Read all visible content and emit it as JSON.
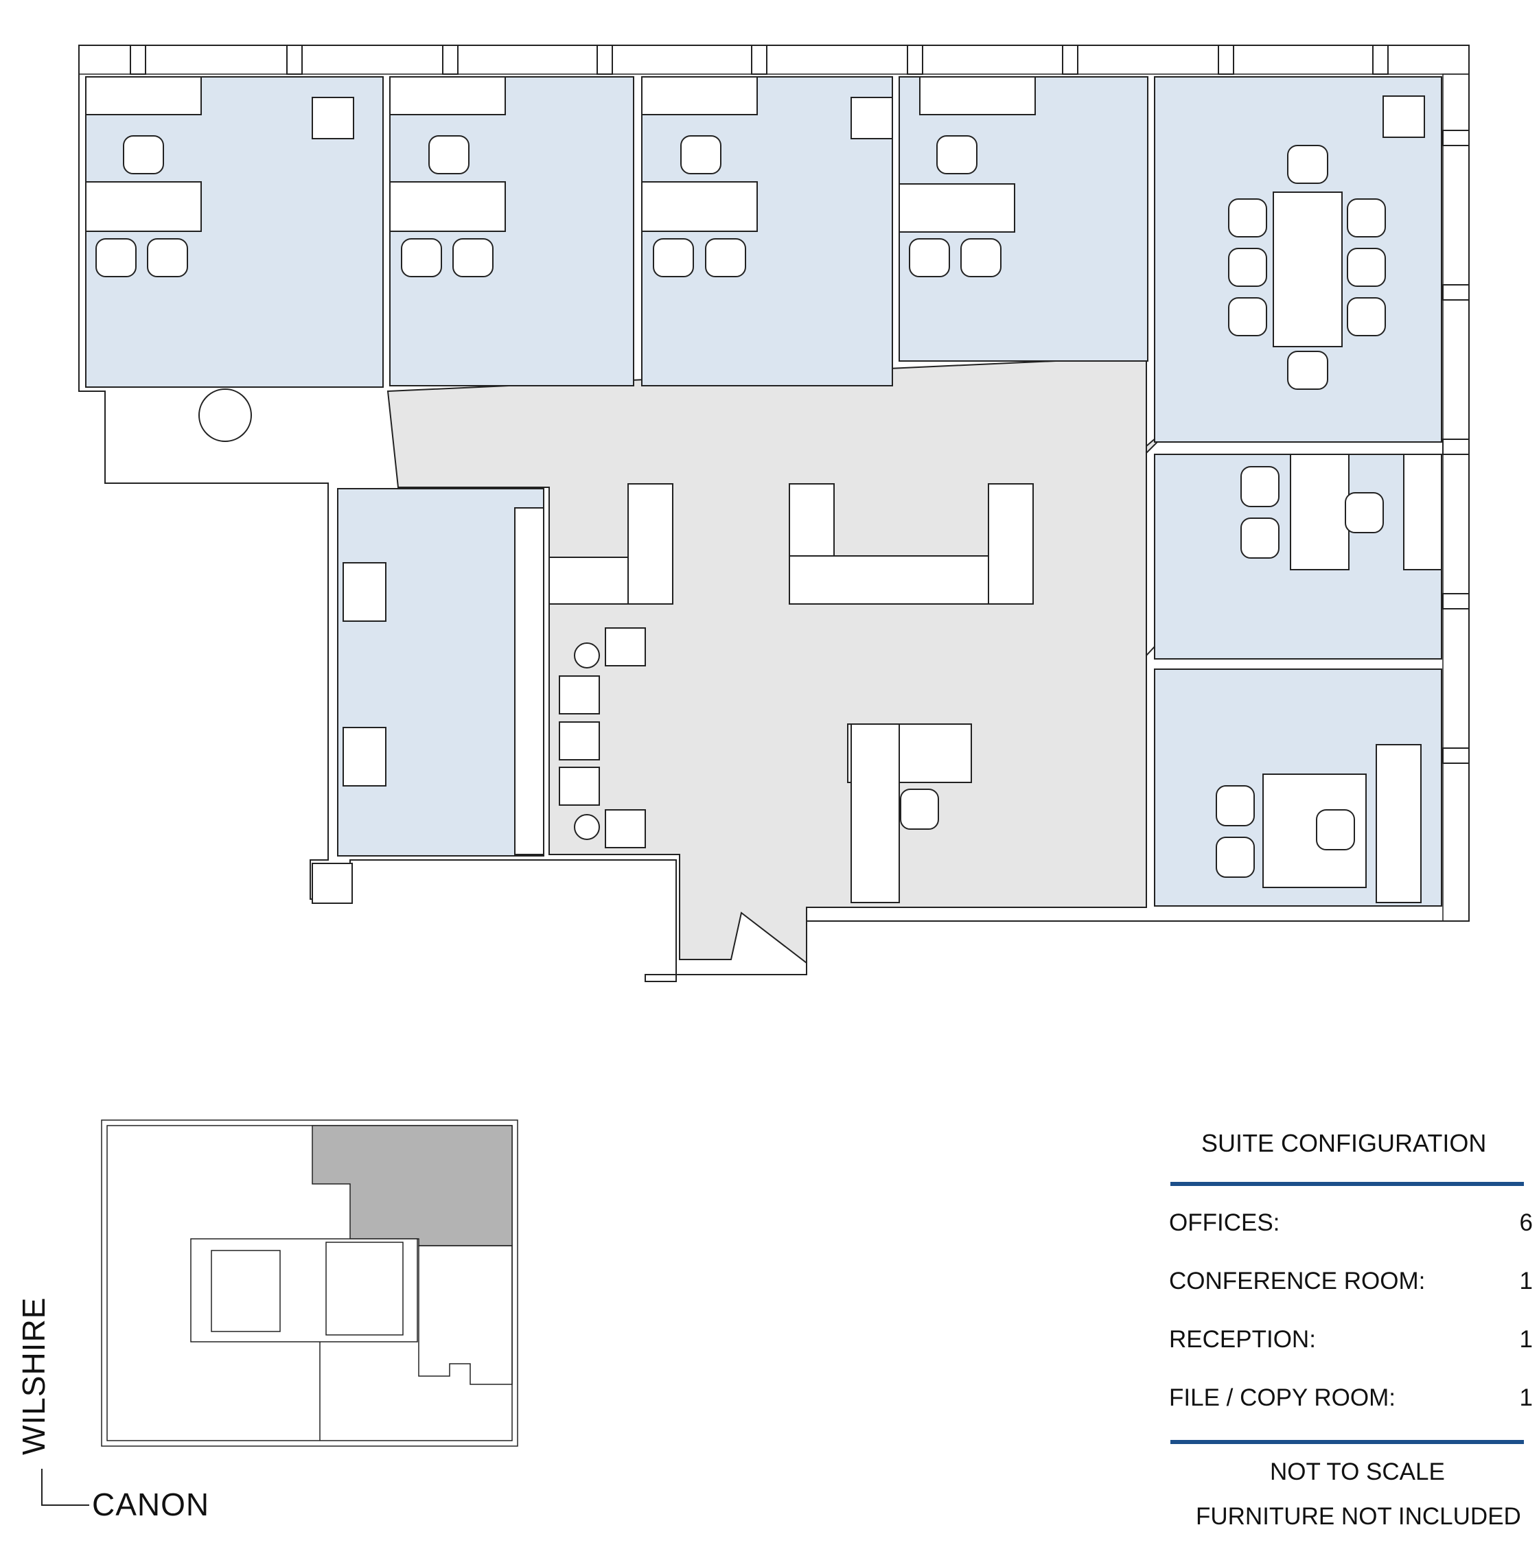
{
  "streets": {
    "vertical": "WILSHIRE",
    "horizontal": "CANON"
  },
  "legend": {
    "title": "SUITE CONFIGURATION",
    "rows": [
      {
        "label": "OFFICES:",
        "value": "6"
      },
      {
        "label": "CONFERENCE ROOM:",
        "value": "1"
      },
      {
        "label": "RECEPTION:",
        "value": "1"
      },
      {
        "label": "FILE / COPY ROOM:",
        "value": "1"
      }
    ],
    "notes": [
      "NOT TO SCALE",
      "FURNITURE NOT INCLUDED"
    ]
  },
  "colors": {
    "office": "#dbe5f0",
    "common": "#e6e6e6",
    "rule": "#1c4f8a",
    "suite_highlight": "#b3b3b3"
  }
}
